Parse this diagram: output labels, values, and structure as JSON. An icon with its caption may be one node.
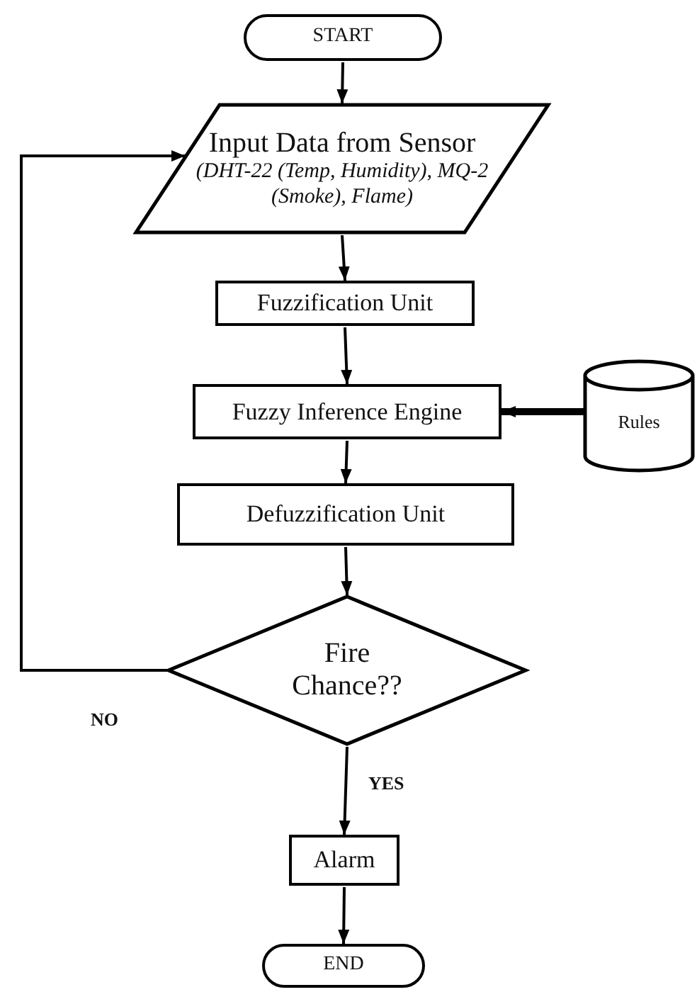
{
  "diagram": {
    "nodes": [
      {
        "text": [
          "START"
        ]
      },
      {
        "text": [
          "Input Data from Sensor",
          "(DHT-22 (Temp, Humidity), MQ-2 (Smoke), Flame)"
        ]
      },
      {
        "text": [
          "Fuzzification Unit"
        ]
      },
      {
        "text": [
          "Fuzzy Inference Engine"
        ]
      },
      {
        "text": [
          "Rules"
        ]
      },
      {
        "text": [
          "Defuzzification Unit"
        ]
      },
      {
        "text": [
          "Fire Chance??"
        ]
      },
      {
        "text": [
          "Alarm"
        ]
      },
      {
        "text": [
          "END"
        ]
      }
    ],
    "edges": [
      {
        "from": 0,
        "to": 1,
        "arrow": "to"
      },
      {
        "from": 1,
        "to": 2,
        "arrow": "to"
      },
      {
        "from": 2,
        "to": 3,
        "arrow": "to"
      },
      {
        "from": 4,
        "to": 3,
        "arrow": "to",
        "style": "thick"
      },
      {
        "from": 3,
        "to": 5,
        "arrow": "to"
      },
      {
        "from": 5,
        "to": 6,
        "arrow": "to"
      },
      {
        "from": 6,
        "to": 1,
        "arrow": "to",
        "label": "NO"
      },
      {
        "from": 6,
        "to": 7,
        "arrow": "to",
        "label": "YES"
      },
      {
        "from": 7,
        "to": 8,
        "arrow": "to"
      }
    ]
  }
}
